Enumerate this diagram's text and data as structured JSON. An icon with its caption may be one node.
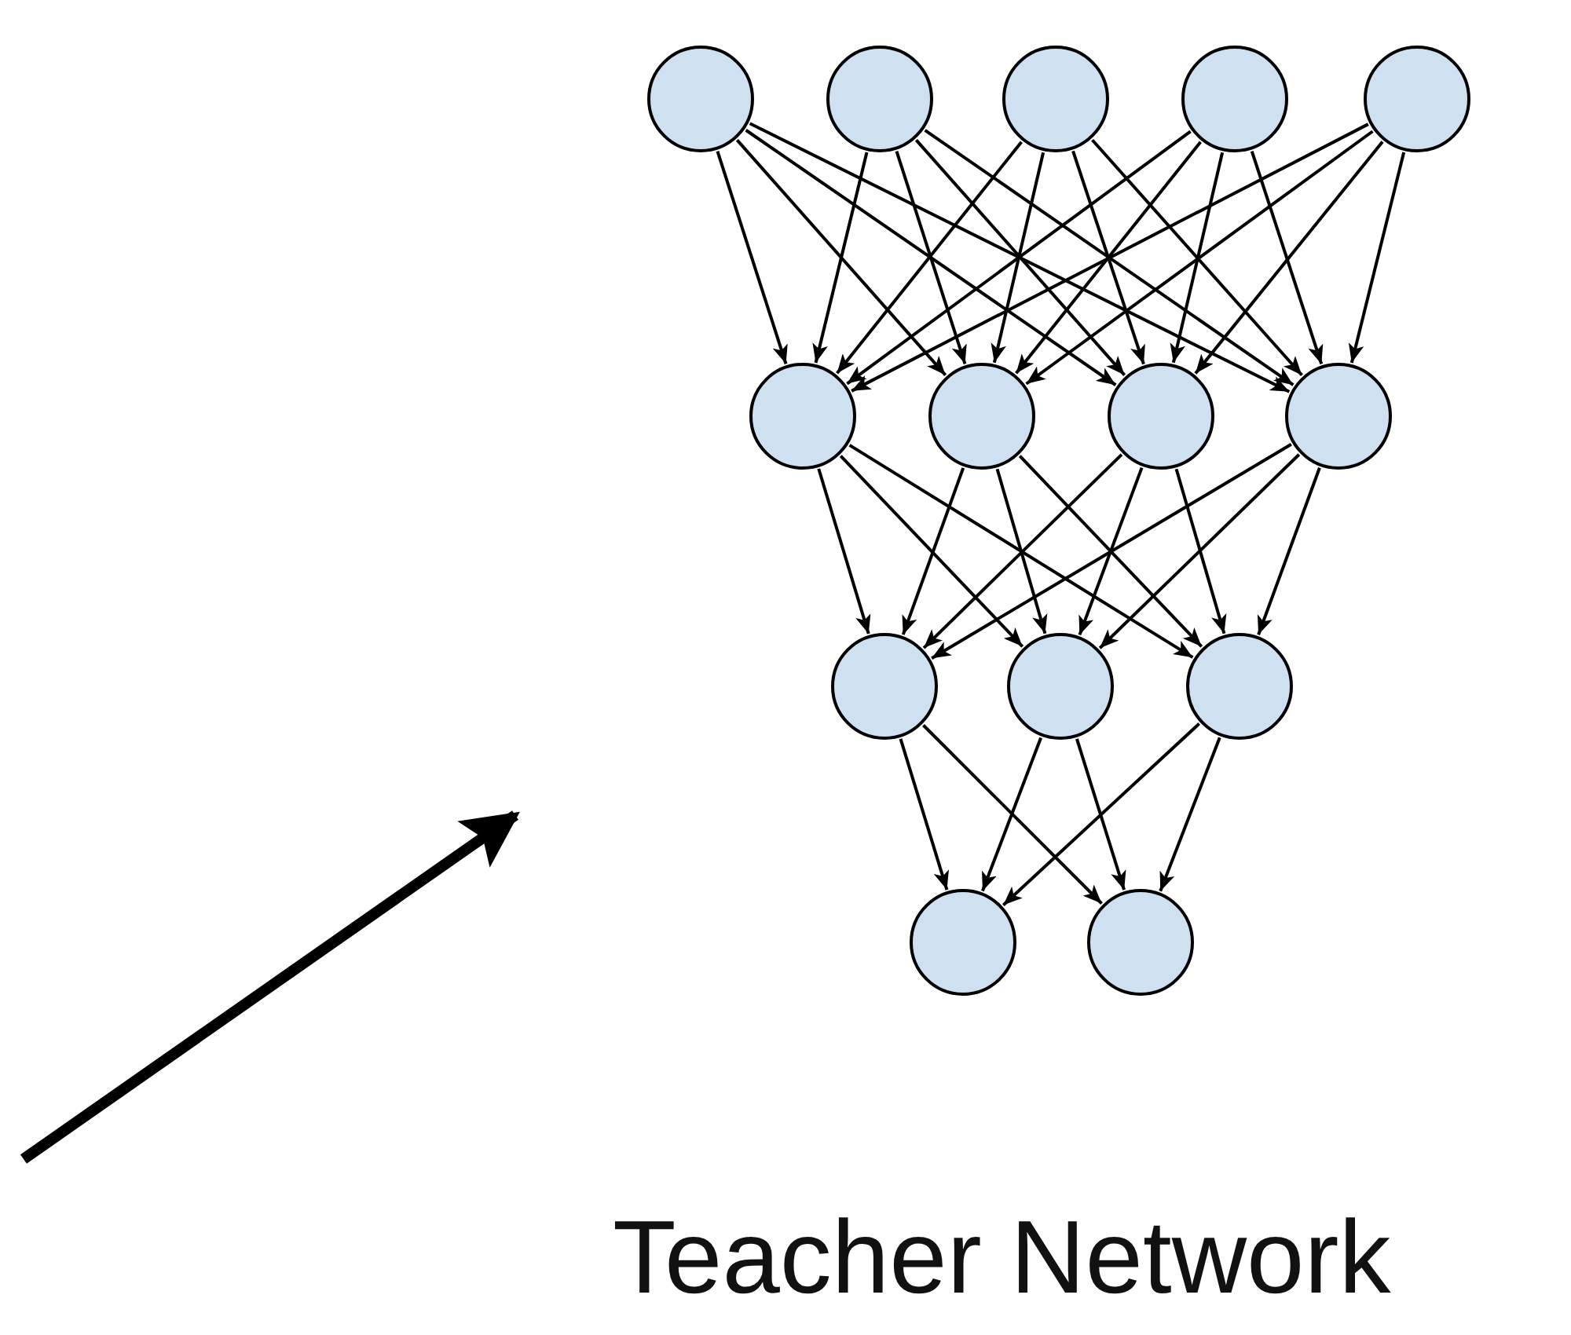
{
  "diagram": {
    "nodes": [
      {
        "text": [],
        "shape": "circle"
      },
      {
        "text": [],
        "shape": "circle"
      },
      {
        "text": [],
        "shape": "circle"
      },
      {
        "text": [],
        "shape": "circle"
      },
      {
        "text": [],
        "shape": "circle"
      },
      {
        "text": [],
        "shape": "circle"
      },
      {
        "text": [],
        "shape": "circle"
      },
      {
        "text": [],
        "shape": "circle"
      },
      {
        "text": [],
        "shape": "circle"
      },
      {
        "text": [],
        "shape": "circle"
      },
      {
        "text": [],
        "shape": "circle"
      },
      {
        "text": [],
        "shape": "circle"
      },
      {
        "text": [],
        "shape": "circle"
      },
      {
        "text": [],
        "shape": "circle"
      }
    ],
    "edges": [
      {
        "from": 0,
        "to": 5,
        "arrow": "to"
      },
      {
        "from": 0,
        "to": 6,
        "arrow": "to"
      },
      {
        "from": 0,
        "to": 7,
        "arrow": "to"
      },
      {
        "from": 0,
        "to": 8,
        "arrow": "to"
      },
      {
        "from": 1,
        "to": 5,
        "arrow": "to"
      },
      {
        "from": 1,
        "to": 6,
        "arrow": "to"
      },
      {
        "from": 1,
        "to": 7,
        "arrow": "to"
      },
      {
        "from": 1,
        "to": 8,
        "arrow": "to"
      },
      {
        "from": 2,
        "to": 5,
        "arrow": "to"
      },
      {
        "from": 2,
        "to": 6,
        "arrow": "to"
      },
      {
        "from": 2,
        "to": 7,
        "arrow": "to"
      },
      {
        "from": 2,
        "to": 8,
        "arrow": "to"
      },
      {
        "from": 3,
        "to": 5,
        "arrow": "to"
      },
      {
        "from": 3,
        "to": 6,
        "arrow": "to"
      },
      {
        "from": 3,
        "to": 7,
        "arrow": "to"
      },
      {
        "from": 3,
        "to": 8,
        "arrow": "to"
      },
      {
        "from": 4,
        "to": 5,
        "arrow": "to"
      },
      {
        "from": 4,
        "to": 6,
        "arrow": "to"
      },
      {
        "from": 4,
        "to": 7,
        "arrow": "to"
      },
      {
        "from": 4,
        "to": 8,
        "arrow": "to"
      },
      {
        "from": 5,
        "to": 9,
        "arrow": "to"
      },
      {
        "from": 5,
        "to": 10,
        "arrow": "to"
      },
      {
        "from": 5,
        "to": 11,
        "arrow": "to"
      },
      {
        "from": 6,
        "to": 9,
        "arrow": "to"
      },
      {
        "from": 6,
        "to": 10,
        "arrow": "to"
      },
      {
        "from": 6,
        "to": 11,
        "arrow": "to"
      },
      {
        "from": 7,
        "to": 9,
        "arrow": "to"
      },
      {
        "from": 7,
        "to": 10,
        "arrow": "to"
      },
      {
        "from": 7,
        "to": 11,
        "arrow": "to"
      },
      {
        "from": 8,
        "to": 9,
        "arrow": "to"
      },
      {
        "from": 8,
        "to": 10,
        "arrow": "to"
      },
      {
        "from": 8,
        "to": 11,
        "arrow": "to"
      },
      {
        "from": 9,
        "to": 12,
        "arrow": "to"
      },
      {
        "from": 9,
        "to": 13,
        "arrow": "to"
      },
      {
        "from": 10,
        "to": 12,
        "arrow": "to"
      },
      {
        "from": 10,
        "to": 13,
        "arrow": "to"
      },
      {
        "from": 11,
        "to": 12,
        "arrow": "to"
      },
      {
        "from": 11,
        "to": 13,
        "arrow": "to"
      }
    ],
    "labels": [
      "Teacher Network"
    ]
  }
}
